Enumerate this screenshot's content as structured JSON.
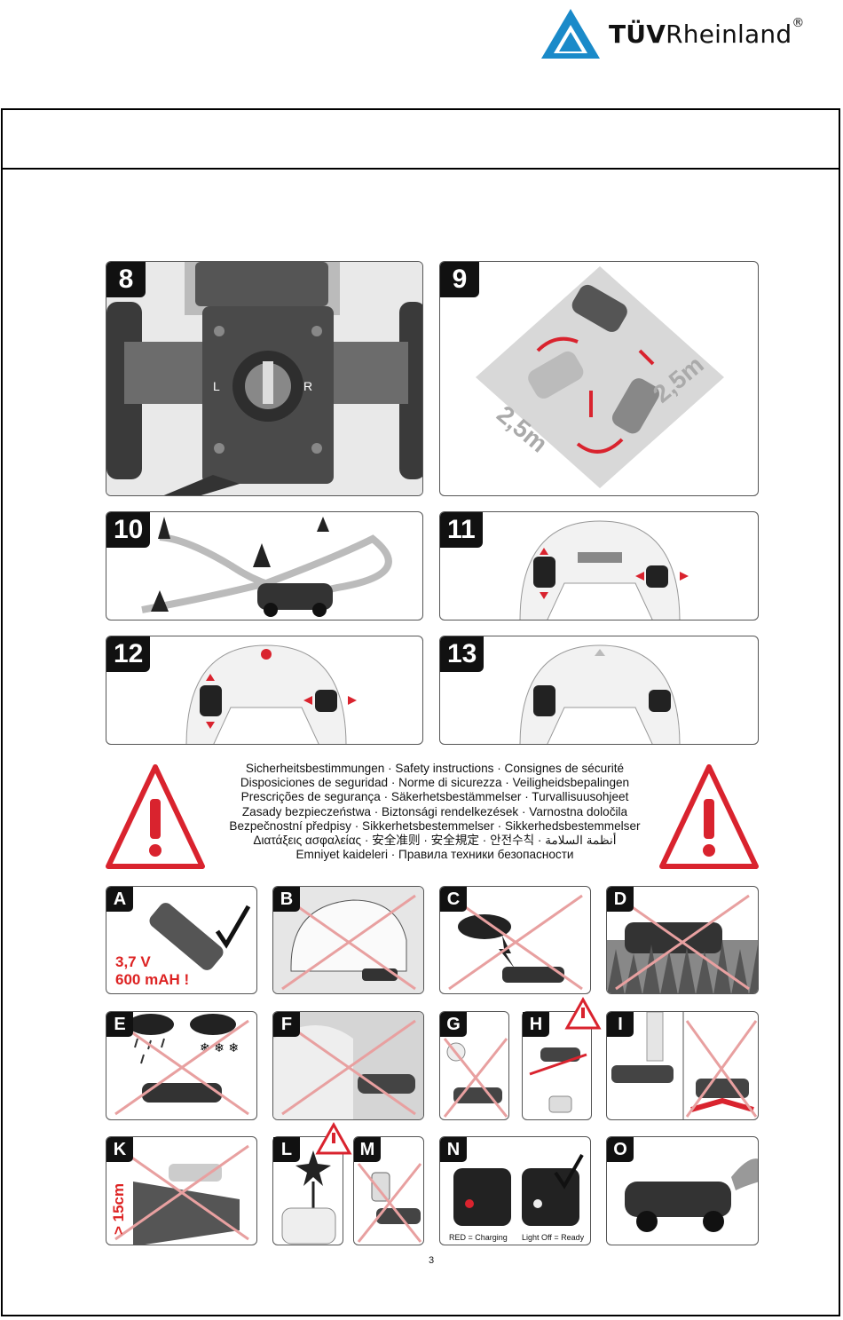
{
  "logo": {
    "brand_bold": "TÜV",
    "brand_rest": "Rheinland",
    "registered": "®"
  },
  "steps": {
    "s8": "8",
    "s9": "9",
    "s10": "10",
    "s11": "11",
    "s12": "12",
    "s13": "13"
  },
  "step8_labels": {
    "left": "L",
    "right": "R"
  },
  "step9_labels": {
    "left": "2,5m",
    "right": "2,5m"
  },
  "safety_lines": [
    "Sicherheitsbestimmungen · Safety instructions · Consignes de sécurité",
    "Disposiciones de seguridad · Norme di sicurezza · Veiligheidsbepalingen",
    "Prescrições de segurança · Säkerhetsbestämmelser · Turvallisuusohjeet",
    "Zasady bezpieczeństwa · Biztonsági rendelkezések · Varnostna določila",
    "Bezpečnostní předpisy · Sikkerhetsbestemmelser · Sikkerhedsbestemmelser",
    "Διατάξεις ασφαλείας · 安全准则 · 安全規定 · 안전수칙 · أنظمة السلامة",
    "Emniyet kaideleri · Правила техники безопасности"
  ],
  "letters": {
    "A": "A",
    "B": "B",
    "C": "C",
    "D": "D",
    "E": "E",
    "F": "F",
    "G": "G",
    "H": "H",
    "I": "I",
    "K": "K",
    "L": "L",
    "M": "M",
    "N": "N",
    "O": "O"
  },
  "battery": {
    "voltage": "3,7 V",
    "capacity": "600 mAH !"
  },
  "height_label": "> 15cm",
  "charging": {
    "red": "RED = Charging",
    "off": "Light Off = Ready"
  },
  "page_number": "3",
  "colors": {
    "accent_red": "#d9232e",
    "brand_blue": "#1a8ac9"
  }
}
